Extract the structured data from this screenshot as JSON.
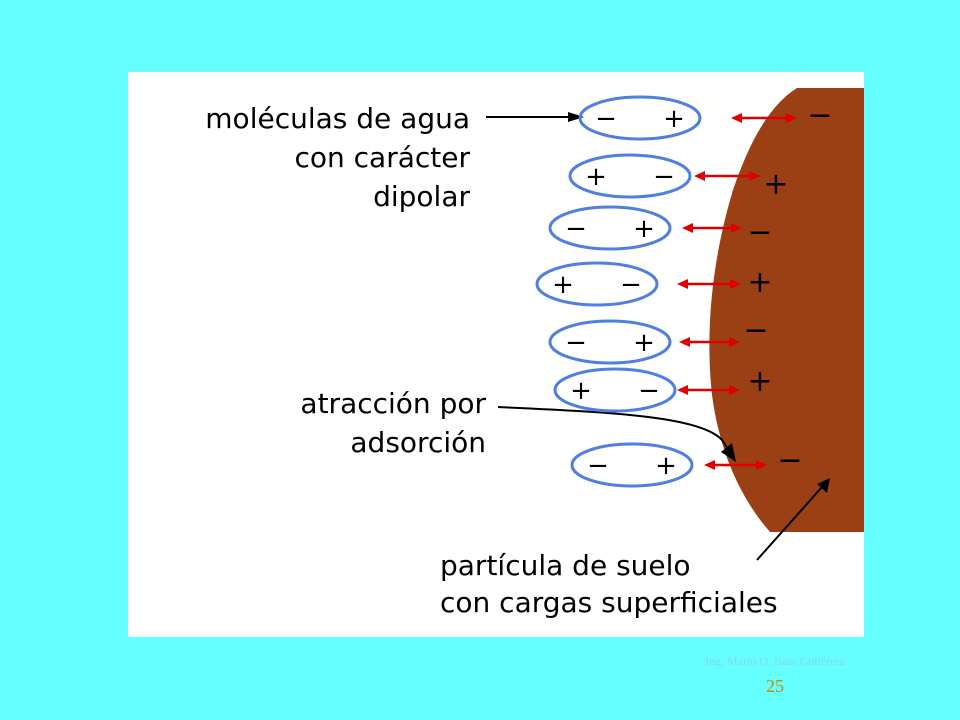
{
  "diagram": {
    "label_water": [
      "moléculas de agua",
      "con carácter",
      "dipolar"
    ],
    "label_adsorption": [
      "atracción por",
      "adsorción"
    ],
    "label_particle": [
      "partícula de suelo",
      "con cargas superficiales"
    ],
    "molecules": [
      {
        "left_sign": "−",
        "right_sign": "+",
        "particle_sign": "−"
      },
      {
        "left_sign": "+",
        "right_sign": "−",
        "particle_sign": "+"
      },
      {
        "left_sign": "−",
        "right_sign": "+",
        "particle_sign": "−"
      },
      {
        "left_sign": "+",
        "right_sign": "−",
        "particle_sign": "+"
      },
      {
        "left_sign": "−",
        "right_sign": "+",
        "particle_sign": "−"
      },
      {
        "left_sign": "+",
        "right_sign": "−",
        "particle_sign": "+"
      },
      {
        "left_sign": "−",
        "right_sign": "+",
        "particle_sign": "−"
      }
    ],
    "colors": {
      "background": "#66ffff",
      "panel": "#ffffff",
      "particle": "#9b3f14",
      "molecule": "#4f7fe0",
      "attraction": "#e00000"
    }
  },
  "footer": {
    "author": "Ing. Mario O. Bain Gutiérrez",
    "page_number": "25"
  }
}
